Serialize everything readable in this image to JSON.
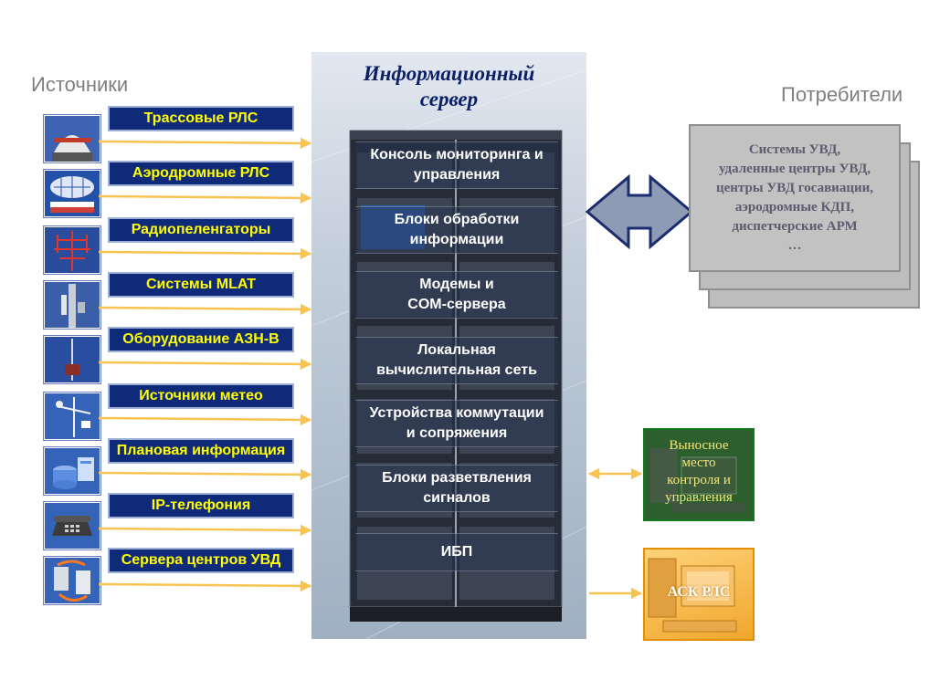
{
  "headings": {
    "sources": "Источники",
    "consumers": "Потребители"
  },
  "sources": [
    {
      "label": "Трассовые РЛС",
      "icon": "radar-dome-icon"
    },
    {
      "label": "Аэродромные РЛС",
      "icon": "airport-radar-icon"
    },
    {
      "label": "Радиопеленгаторы",
      "icon": "antenna-array-icon"
    },
    {
      "label": "Системы MLAT",
      "icon": "mast-icon"
    },
    {
      "label": "Оборудование АЗН-В",
      "icon": "ads-b-antenna-icon"
    },
    {
      "label": "Источники метео",
      "icon": "weather-station-icon"
    },
    {
      "label": "Плановая информация",
      "icon": "database-icon"
    },
    {
      "label": "IP-телефония",
      "icon": "telephone-icon"
    },
    {
      "label": "Сервера центров УВД",
      "icon": "servers-sync-icon"
    }
  ],
  "server": {
    "title_line1": "Информационный",
    "title_line2": "сервер",
    "blocks": [
      {
        "line1": "Консоль мониторинга и",
        "line2": "управления"
      },
      {
        "line1": "Блоки обработки",
        "line2": "информации"
      },
      {
        "line1": "Модемы и",
        "line2": "COM-сервера"
      },
      {
        "line1": "Локальная",
        "line2": "вычислительная сеть"
      },
      {
        "line1": "Устройства коммутации",
        "line2": "и сопряжения"
      },
      {
        "line1": "Блоки разветвления",
        "line2": "сигналов"
      },
      {
        "line1": "ИБП",
        "line2": ""
      }
    ]
  },
  "consumers": {
    "lines": [
      "Системы УВД,",
      "удаленные центры УВД,",
      "центры УВД госавиации,",
      "аэродромные КДП,",
      "диспетчерские АРМ",
      "…"
    ]
  },
  "remote": {
    "lines": [
      "Выносное",
      "место",
      "контроля и",
      "управления"
    ]
  },
  "ask": {
    "label": "АСК РЛС"
  },
  "colors": {
    "arrow": "#f9c352",
    "label_bg": "#102a7a",
    "label_text": "#ffff00",
    "double_arrow_fill": "#8d9bb5",
    "double_arrow_stroke": "#1b2d6e"
  }
}
